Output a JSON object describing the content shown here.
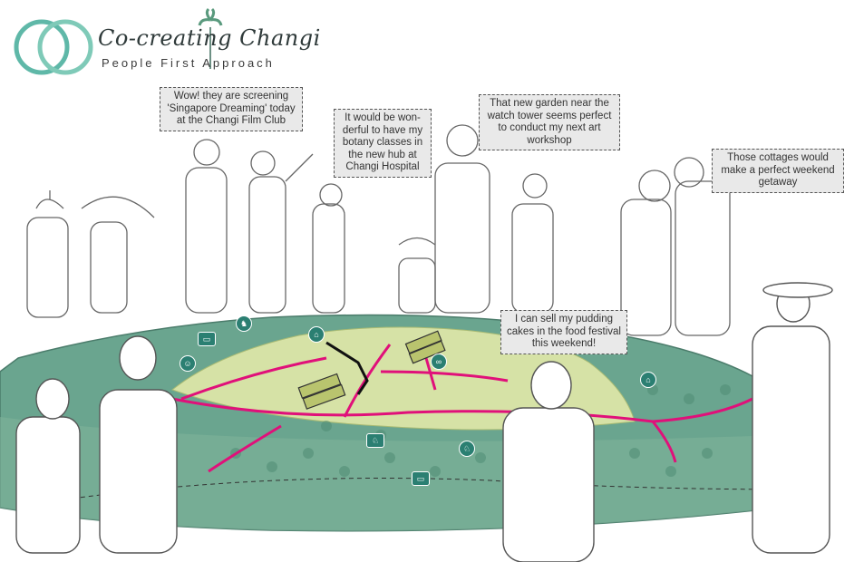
{
  "header": {
    "title": "Co-creating Changi",
    "subtitle": "People First Approach",
    "logo_icon": "interlocking-rings-logo",
    "palm_icon": "palm-tree-icon"
  },
  "colors": {
    "map_dark": "#6aa58f",
    "map_light": "#d6e2a6",
    "roads": "#e0107a",
    "markers": "#2b7f72",
    "bubble_bg": "#e9e9e9"
  },
  "speech_bubbles": [
    {
      "id": "film-club",
      "text": "Wow! they are screening 'Singapore Dreaming' today at the Changi Film Club"
    },
    {
      "id": "botany",
      "text": "It would be won-derful to have my botany classes in the new hub at Changi Hospital"
    },
    {
      "id": "garden",
      "text": "That new garden near the watch tower seems perfect to conduct my next art workshop"
    },
    {
      "id": "cottages",
      "text": "Those cottages would make a perfect weekend getaway"
    },
    {
      "id": "pudding",
      "text": "I can sell my pudding cakes in the food festival this weekend!"
    }
  ],
  "map_markers": [
    {
      "id": "cinema",
      "icon": "cinema-icon",
      "glyph": "▭"
    },
    {
      "id": "horse",
      "icon": "horse-rider-icon",
      "glyph": "♞"
    },
    {
      "id": "theatre",
      "icon": "theatre-masks-icon",
      "glyph": "☺"
    },
    {
      "id": "cottage",
      "icon": "cottage-icon",
      "glyph": "⌂"
    },
    {
      "id": "bicycle",
      "icon": "bicycle-icon",
      "glyph": "∞"
    },
    {
      "id": "cottage-east",
      "icon": "cottage-icon",
      "glyph": "⌂"
    },
    {
      "id": "elephant-west",
      "icon": "elephant-icon",
      "glyph": "♘"
    },
    {
      "id": "elephant-east",
      "icon": "elephant-icon",
      "glyph": "♘"
    },
    {
      "id": "cinema-south",
      "icon": "cinema-icon",
      "glyph": "▭"
    }
  ]
}
